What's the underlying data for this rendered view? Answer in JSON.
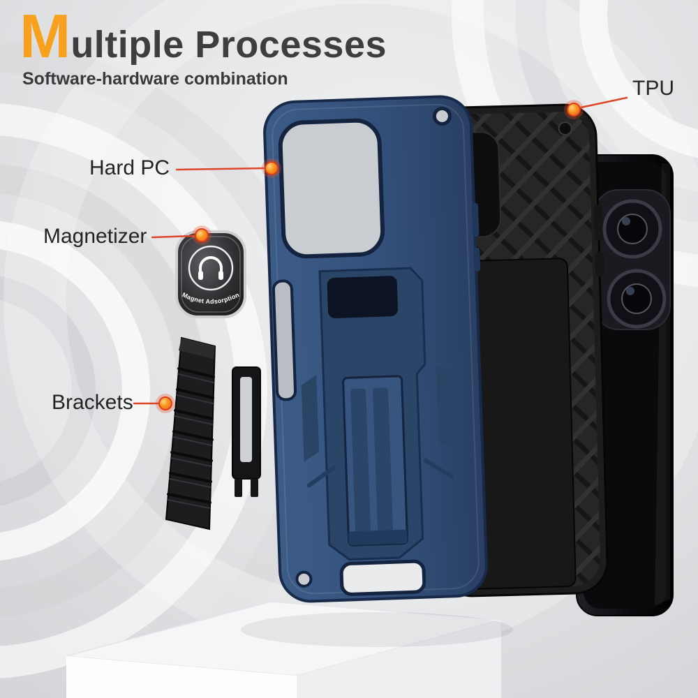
{
  "title": {
    "lead": "M",
    "rest": "ultiple Processes"
  },
  "subtitle": "Software-hardware combination",
  "callouts": {
    "tpu": {
      "label": "TPU"
    },
    "hard_pc": {
      "label": "Hard PC"
    },
    "magnetizer": {
      "label": "Magnetizer"
    },
    "brackets": {
      "label": "Brackets"
    }
  },
  "magnet_disc": {
    "label": "Magnet Adsorption"
  },
  "colors": {
    "accent_orange": "#f7a11e",
    "callout_line": "#dd4527",
    "case_blue": "#33507a",
    "tpu_black": "#232323",
    "background_gray": "#e0e1e3"
  }
}
